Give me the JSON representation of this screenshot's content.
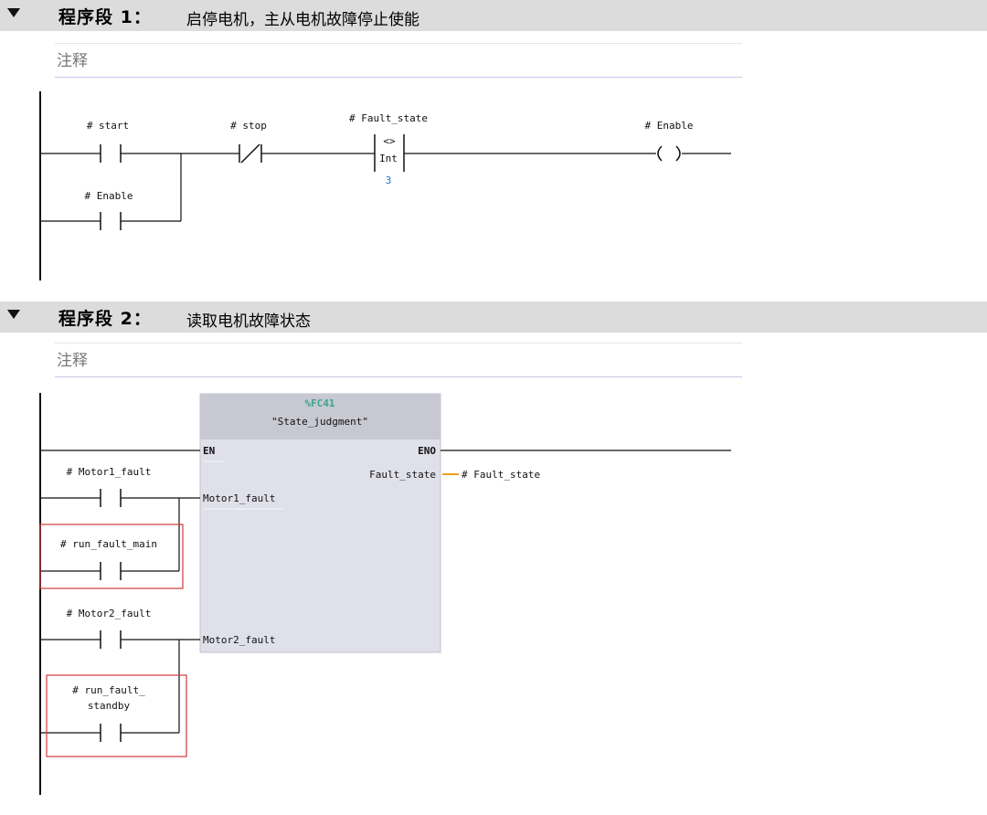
{
  "network1": {
    "title_prefix": "程序段",
    "number": "1：",
    "description": "启停电机，主从电机故障停止使能",
    "comment_placeholder": "注释",
    "contacts": {
      "start": "# start",
      "stop": "# stop",
      "fault_state": "# Fault_state",
      "enable_parallel": "# Enable",
      "coil": "# Enable"
    },
    "compare": {
      "operator": "<>",
      "type": "Int",
      "value": "3"
    }
  },
  "network2": {
    "title_prefix": "程序段",
    "number": "2：",
    "description": "读取电机故障状态",
    "comment_placeholder": "注释",
    "block": {
      "address": "%FC41",
      "name": "\"State_judgment\"",
      "pin_en": "EN",
      "pin_eno": "ENO",
      "pin_out": "Fault_state",
      "pin_in1": "Motor1_fault",
      "pin_in2": "Motor2_fault",
      "out_operand": "# Fault_state"
    },
    "contacts": {
      "motor1": "# Motor1_fault",
      "run_main": "# run_fault_main",
      "motor2": "# Motor2_fault",
      "run_standby_line1": "# run_fault_",
      "run_standby_line2": "standby"
    }
  },
  "colors": {
    "header_bg": "#dcdcdc",
    "block_bg": "#e0e0ea",
    "block_header_bg": "#c8c8d2",
    "address_color": "#3aa58a",
    "value_color": "#2a6fc9",
    "highlight_box": "#d23b3b",
    "output_wire": "#f0a020"
  }
}
